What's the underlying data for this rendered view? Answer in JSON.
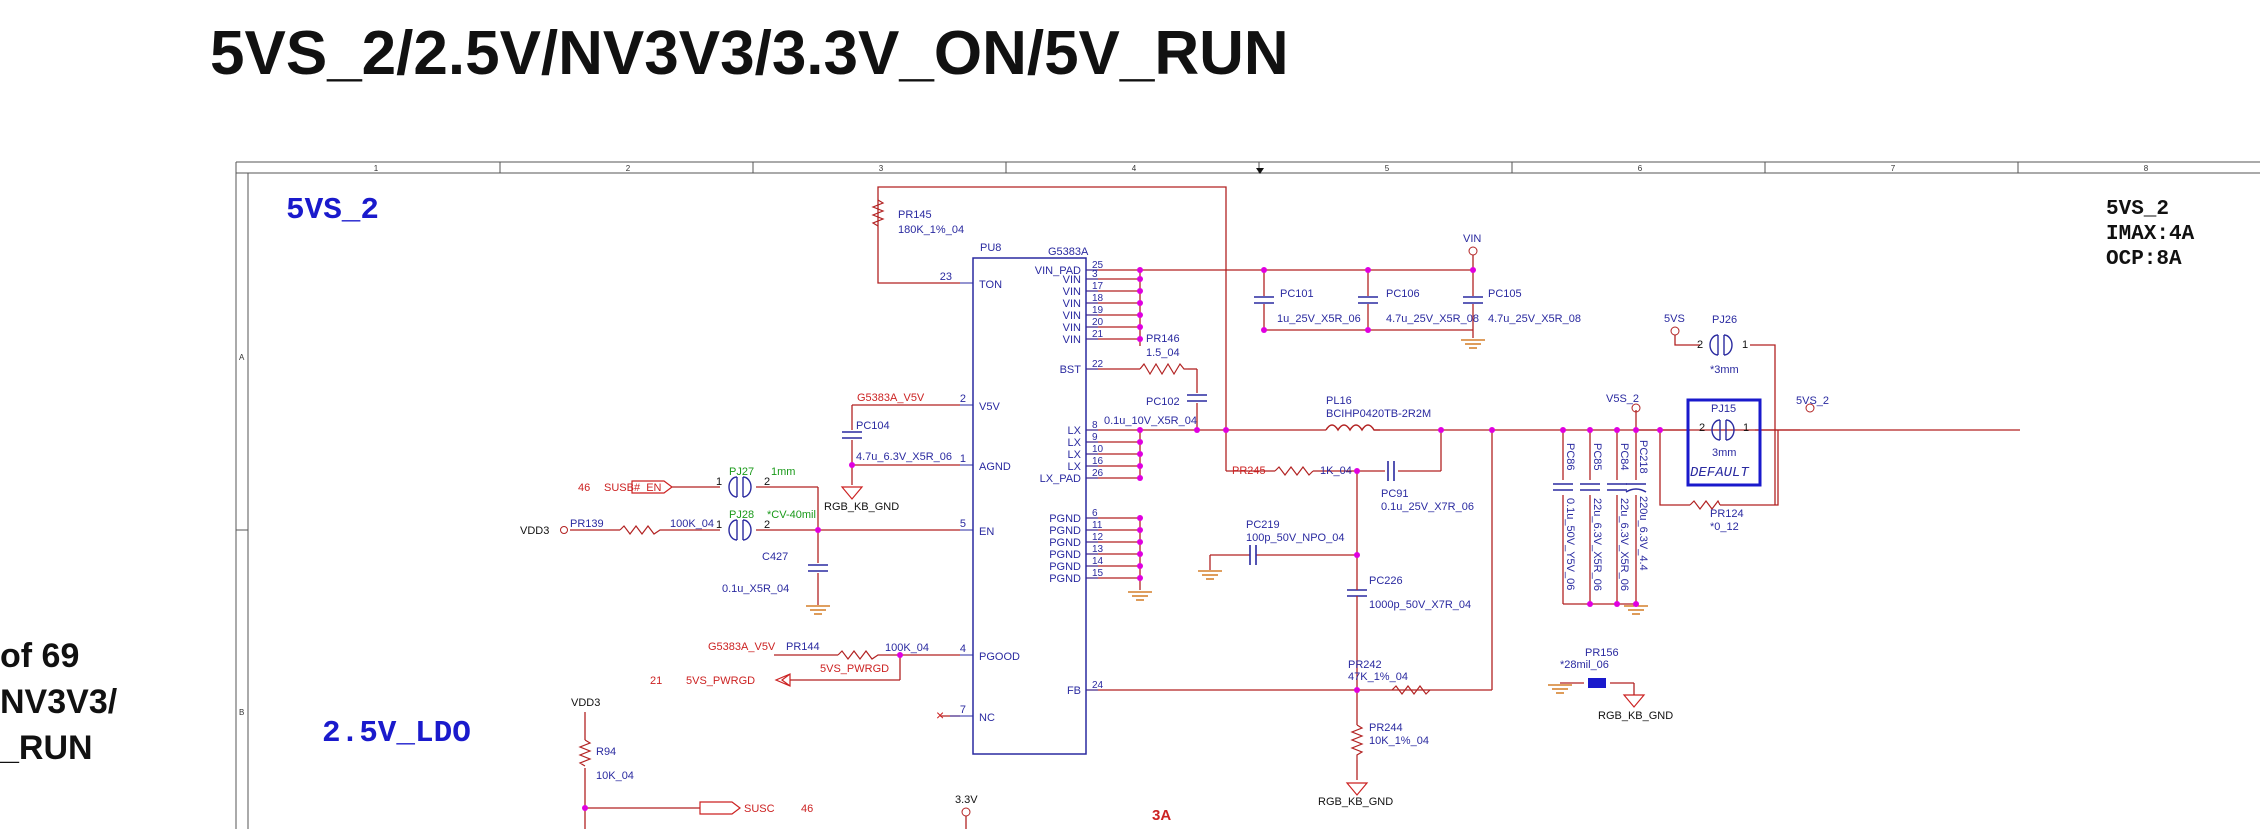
{
  "header": {
    "title": "5VS_2/2.5V/NV3V3/3.3V_ON/5V_RUN"
  },
  "side_text": {
    "line1": "of 69",
    "line2": "NV3V3/",
    "line3": "_RUN"
  },
  "border": {
    "columns": [
      "1",
      "2",
      "3",
      "4",
      "5",
      "6",
      "7",
      "8"
    ],
    "rows": [
      "A",
      "B"
    ]
  },
  "sections": {
    "left_top": "5VS_2",
    "left_bottom": "2.5V_LDO",
    "right_notes": [
      "5VS_2",
      "IMAX:4A",
      "OCP:8A"
    ]
  },
  "ic": {
    "ref": "PU8",
    "part": "G5383A",
    "left_pins": [
      {
        "num": "23",
        "name": "TON"
      },
      {
        "num": "2",
        "name": "V5V"
      },
      {
        "num": "1",
        "name": "AGND"
      },
      {
        "num": "5",
        "name": "EN"
      },
      {
        "num": "4",
        "name": "PGOOD"
      },
      {
        "num": "7",
        "name": "NC"
      }
    ],
    "right_pins": [
      {
        "num": "25",
        "name": "VIN_PAD"
      },
      {
        "num": "3",
        "name": "VIN"
      },
      {
        "num": "17",
        "name": "VIN"
      },
      {
        "num": "18",
        "name": "VIN"
      },
      {
        "num": "19",
        "name": "VIN"
      },
      {
        "num": "20",
        "name": "VIN"
      },
      {
        "num": "21",
        "name": "VIN"
      },
      {
        "num": "22",
        "name": "BST"
      },
      {
        "num": "8",
        "name": "LX"
      },
      {
        "num": "9",
        "name": "LX"
      },
      {
        "num": "10",
        "name": "LX"
      },
      {
        "num": "16",
        "name": "LX"
      },
      {
        "num": "26",
        "name": "LX_PAD"
      },
      {
        "num": "6",
        "name": "PGND"
      },
      {
        "num": "11",
        "name": "PGND"
      },
      {
        "num": "12",
        "name": "PGND"
      },
      {
        "num": "13",
        "name": "PGND"
      },
      {
        "num": "14",
        "name": "PGND"
      },
      {
        "num": "15",
        "name": "PGND"
      },
      {
        "num": "24",
        "name": "FB"
      }
    ]
  },
  "components": {
    "pr145": {
      "ref": "PR145",
      "value": "180K_1%_04"
    },
    "pr146": {
      "ref": "PR146",
      "value": "1.5_04"
    },
    "pc102": {
      "ref": "PC102",
      "value": "0.1u_10V_X5R_04"
    },
    "pc101": {
      "ref": "PC101",
      "value": "1u_25V_X5R_06"
    },
    "pc106": {
      "ref": "PC106",
      "value": "4.7u_25V_X5R_08"
    },
    "pc105": {
      "ref": "PC105",
      "value": "4.7u_25V_X5R_08"
    },
    "vin": "VIN",
    "pl16": {
      "ref": "PL16",
      "value": "BCIHP0420TB-2R2M"
    },
    "pc104": {
      "ref": "PC104",
      "value": "4.7u_6.3V_X5R_06"
    },
    "g5383a_v5v_1": "G5383A_V5V",
    "rgb_kb_gnd_1": "RGB_KB_GND",
    "pj27": {
      "ref": "PJ27",
      "value": "1mm"
    },
    "pj28": {
      "ref": "PJ28",
      "value": "*CV-40mil"
    },
    "susb_en": {
      "page": "46",
      "name": "SUSB#_EN"
    },
    "vdd3_1": "VDD3",
    "pr139": {
      "ref": "PR139",
      "value": "100K_04"
    },
    "c427": {
      "ref": "C427",
      "value": "0.1u_X5R_04"
    },
    "pr245": {
      "ref": "PR245",
      "value": "1K_04"
    },
    "pc91": {
      "ref": "PC91",
      "value": "0.1u_25V_X7R_06"
    },
    "pc219": {
      "ref": "PC219",
      "value": "100p_50V_NPO_04"
    },
    "pc226": {
      "ref": "PC226",
      "value": "1000p_50V_X7R_04"
    },
    "pr242": {
      "ref": "PR242",
      "value": "47K_1%_04"
    },
    "pr244": {
      "ref": "PR244",
      "value": "10K_1%_04"
    },
    "rgb_kb_gnd_2": "RGB_KB_GND",
    "g5383a_v5v_2": "G5383A_V5V",
    "pr144": {
      "ref": "PR144",
      "value": "100K_04"
    },
    "pwrgd": {
      "page": "21",
      "name": "5VS_PWRGD",
      "net": "5VS_PWRGD"
    },
    "v5s_2": "V5S_2",
    "out_caps": [
      {
        "ref": "PC86",
        "value": "0.1u_50V_Y5V_06"
      },
      {
        "ref": "PC85",
        "value": "22u_6.3V_X5R_06"
      },
      {
        "ref": "PC84",
        "value": "22u_6.3V_X5R_06"
      },
      {
        "ref": "PC218",
        "value": "220u_6.3V_4.4"
      }
    ],
    "pj15": {
      "ref": "PJ15",
      "value": "3mm",
      "tag": "DEFAULT"
    },
    "pr124": {
      "ref": "PR124",
      "value": "*0_12"
    },
    "vs5": "5VS",
    "pj26": {
      "ref": "PJ26",
      "value": "*3mm"
    },
    "out_5vs_2": "5VS_2",
    "pr156": {
      "ref": "PR156",
      "value": "*28mil_06"
    },
    "rgb_kb_gnd_3": "RGB_KB_GND",
    "vdd3_2": "VDD3",
    "r94": {
      "ref": "R94",
      "value": "10K_04"
    },
    "susc": {
      "name": "SUSC",
      "page": "46"
    },
    "v33": "3.3V",
    "three_a": "3A"
  },
  "colors": {
    "wire": "#b22222",
    "junction": "#e000e0",
    "ic_line": "#2a2aa0",
    "pin_text": "#2a2aa0",
    "note_red": "#cc2222",
    "note_green": "#1a9a1a",
    "section_blue": "#1a1acc",
    "ground": "#cc6600"
  }
}
